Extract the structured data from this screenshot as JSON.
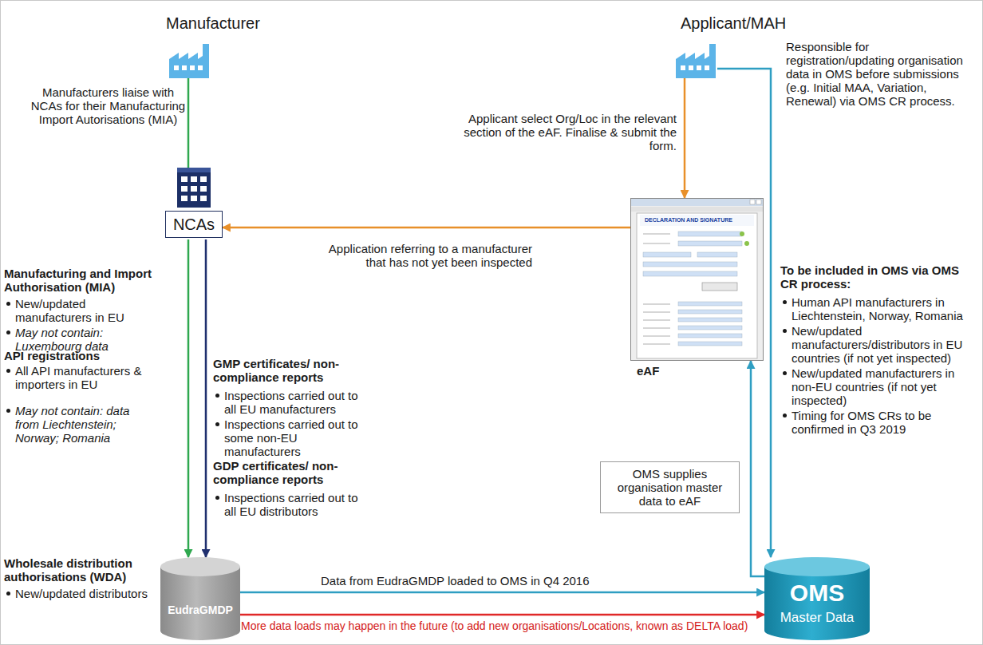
{
  "diagram": {
    "nodes": [
      {
        "text": [
          "Manufacturer"
        ]
      },
      {
        "text": [
          "Applicant/MAH"
        ]
      },
      {
        "text": [
          "NCAs"
        ]
      },
      {
        "text": [
          "eAF"
        ]
      },
      {
        "text": [
          "EudraGMDP"
        ]
      },
      {
        "text": [
          "OMS",
          "Master Data"
        ]
      },
      {
        "text": [
          "OMS supplies organisation master data to eAF"
        ]
      }
    ],
    "edges": [
      {
        "from": 0,
        "to": 2,
        "arrow": "none"
      },
      {
        "from": 2,
        "to": 4,
        "arrow": "to"
      },
      {
        "from": 2,
        "to": 4,
        "arrow": "to"
      },
      {
        "from": 1,
        "to": 3,
        "arrow": "to"
      },
      {
        "from": 3,
        "to": 2,
        "arrow": "to",
        "label": "Application referring to a manufacturer that has not yet been inspected"
      },
      {
        "from": 1,
        "to": 5,
        "arrow": "to"
      },
      {
        "from": 5,
        "to": 3,
        "arrow": "to"
      },
      {
        "from": 4,
        "to": 5,
        "arrow": "to",
        "label": "Data from EudraGMDP loaded to OMS in Q4 2016"
      },
      {
        "from": 4,
        "to": 5,
        "arrow": "to",
        "label": "More data loads may happen in the future (to add new organisations/Locations, known as DELTA load)"
      }
    ],
    "labels": [
      "Manufacturers liaise with NCAs for their Manufacturing Import Autorisations (MIA)",
      "Manufacturing and Import Authorisation (MIA)",
      "New/updated manufacturers in EU",
      "May not contain: Luxembourg data",
      "API registrations",
      "All API manufacturers & importers in EU",
      "May not contain: data from Liechtenstein; Norway; Romania",
      "Wholesale distribution authorisations (WDA)",
      "New/updated distributors",
      "GMP certificates/ non-compliance reports",
      "Inspections carried out to all EU manufacturers",
      "Inspections carried out to some non-EU manufacturers",
      "GDP certificates/ non-compliance reports",
      "Inspections carried out to all EU distributors",
      "Applicant select Org/Loc in the relevant section of the eAF. Finalise & submit the form.",
      "Responsible for registration/updating organisation data in OMS before submissions (e.g. Initial MAA, Variation, Renewal) via OMS CR process.",
      "To be included in OMS via OMS CR process:",
      "Human API manufacturers in Liechtenstein, Norway, Romania",
      "New/updated manufacturers/distributors in EU countries (if not yet inspected)",
      "New/updated manufacturers in non-EU countries (if not yet inspected)",
      "Timing for OMS CRs to be confirmed in Q3 2019",
      "DECLARATION AND SIGNATURE"
    ]
  }
}
